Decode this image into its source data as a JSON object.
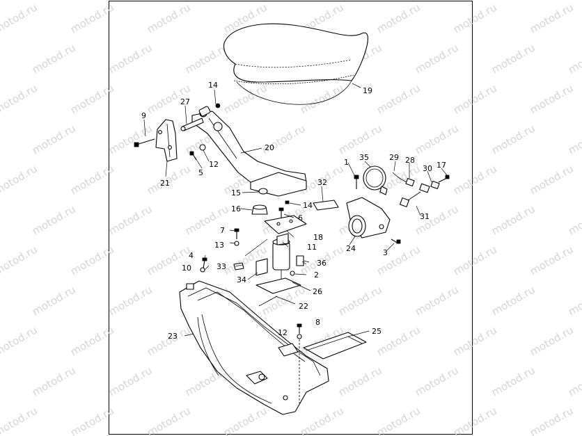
{
  "watermark": "motod.ru",
  "callouts": [
    {
      "id": "c1",
      "text": "1"
    },
    {
      "id": "c2",
      "text": "2"
    },
    {
      "id": "c3",
      "text": "3"
    },
    {
      "id": "c4",
      "text": "4"
    },
    {
      "id": "c5",
      "text": "5"
    },
    {
      "id": "c6",
      "text": "6"
    },
    {
      "id": "c7",
      "text": "7"
    },
    {
      "id": "c8",
      "text": "8"
    },
    {
      "id": "c9",
      "text": "9"
    },
    {
      "id": "c10",
      "text": "10"
    },
    {
      "id": "c11",
      "text": "11"
    },
    {
      "id": "c12a",
      "text": "12"
    },
    {
      "id": "c12b",
      "text": "12"
    },
    {
      "id": "c13",
      "text": "13"
    },
    {
      "id": "c14a",
      "text": "14"
    },
    {
      "id": "c14b",
      "text": "14"
    },
    {
      "id": "c15",
      "text": "15"
    },
    {
      "id": "c16",
      "text": "16"
    },
    {
      "id": "c17",
      "text": "17"
    },
    {
      "id": "c18",
      "text": "18"
    },
    {
      "id": "c19",
      "text": "19"
    },
    {
      "id": "c20",
      "text": "20"
    },
    {
      "id": "c21",
      "text": "21"
    },
    {
      "id": "c22",
      "text": "22"
    },
    {
      "id": "c23",
      "text": "23"
    },
    {
      "id": "c24",
      "text": "24"
    },
    {
      "id": "c25",
      "text": "25"
    },
    {
      "id": "c26",
      "text": "26"
    },
    {
      "id": "c27",
      "text": "27"
    },
    {
      "id": "c28",
      "text": "28"
    },
    {
      "id": "c29",
      "text": "29"
    },
    {
      "id": "c30",
      "text": "30"
    },
    {
      "id": "c31",
      "text": "31"
    },
    {
      "id": "c32",
      "text": "32"
    },
    {
      "id": "c33",
      "text": "33"
    },
    {
      "id": "c34",
      "text": "34"
    },
    {
      "id": "c35",
      "text": "35"
    },
    {
      "id": "c36",
      "text": "36"
    }
  ]
}
